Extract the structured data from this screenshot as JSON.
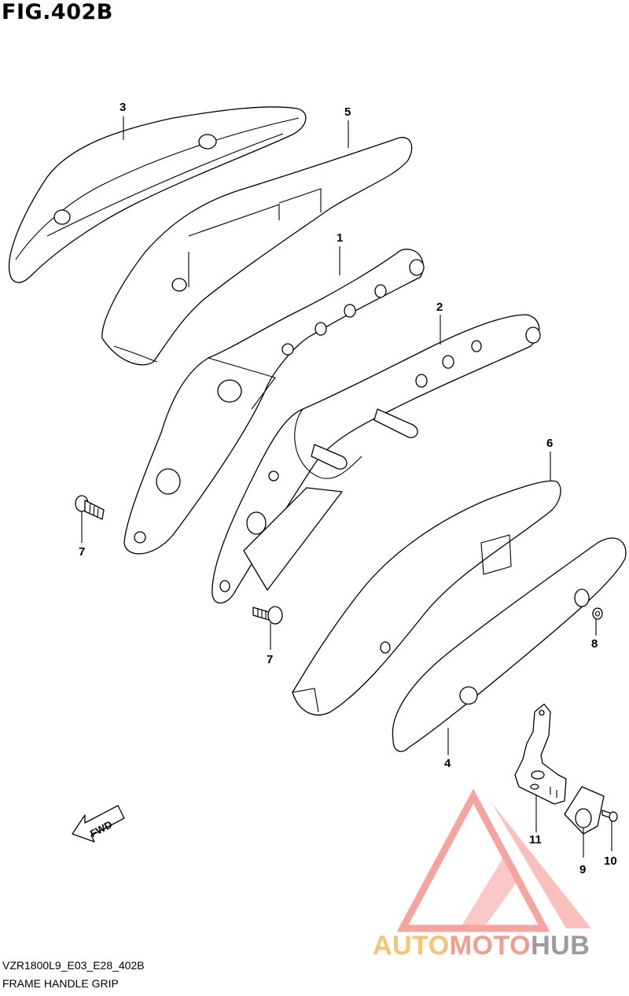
{
  "figure": {
    "title": "FIG.402B",
    "code": "VZR1800L9_E03_E28_402B",
    "name": "FRAME HANDLE GRIP"
  },
  "callouts": [
    "1",
    "2",
    "3",
    "4",
    "5",
    "6",
    "7",
    "7",
    "8",
    "9",
    "10",
    "11"
  ],
  "fwd_label": "FWD",
  "watermark": {
    "part1": "AUTO",
    "part2": "MOTO",
    "part3": "HUB",
    "color1": "#f7b85a",
    "color2": "#f18a7a",
    "color3": "#8a8a8a",
    "logo_color": "#f05a50"
  }
}
